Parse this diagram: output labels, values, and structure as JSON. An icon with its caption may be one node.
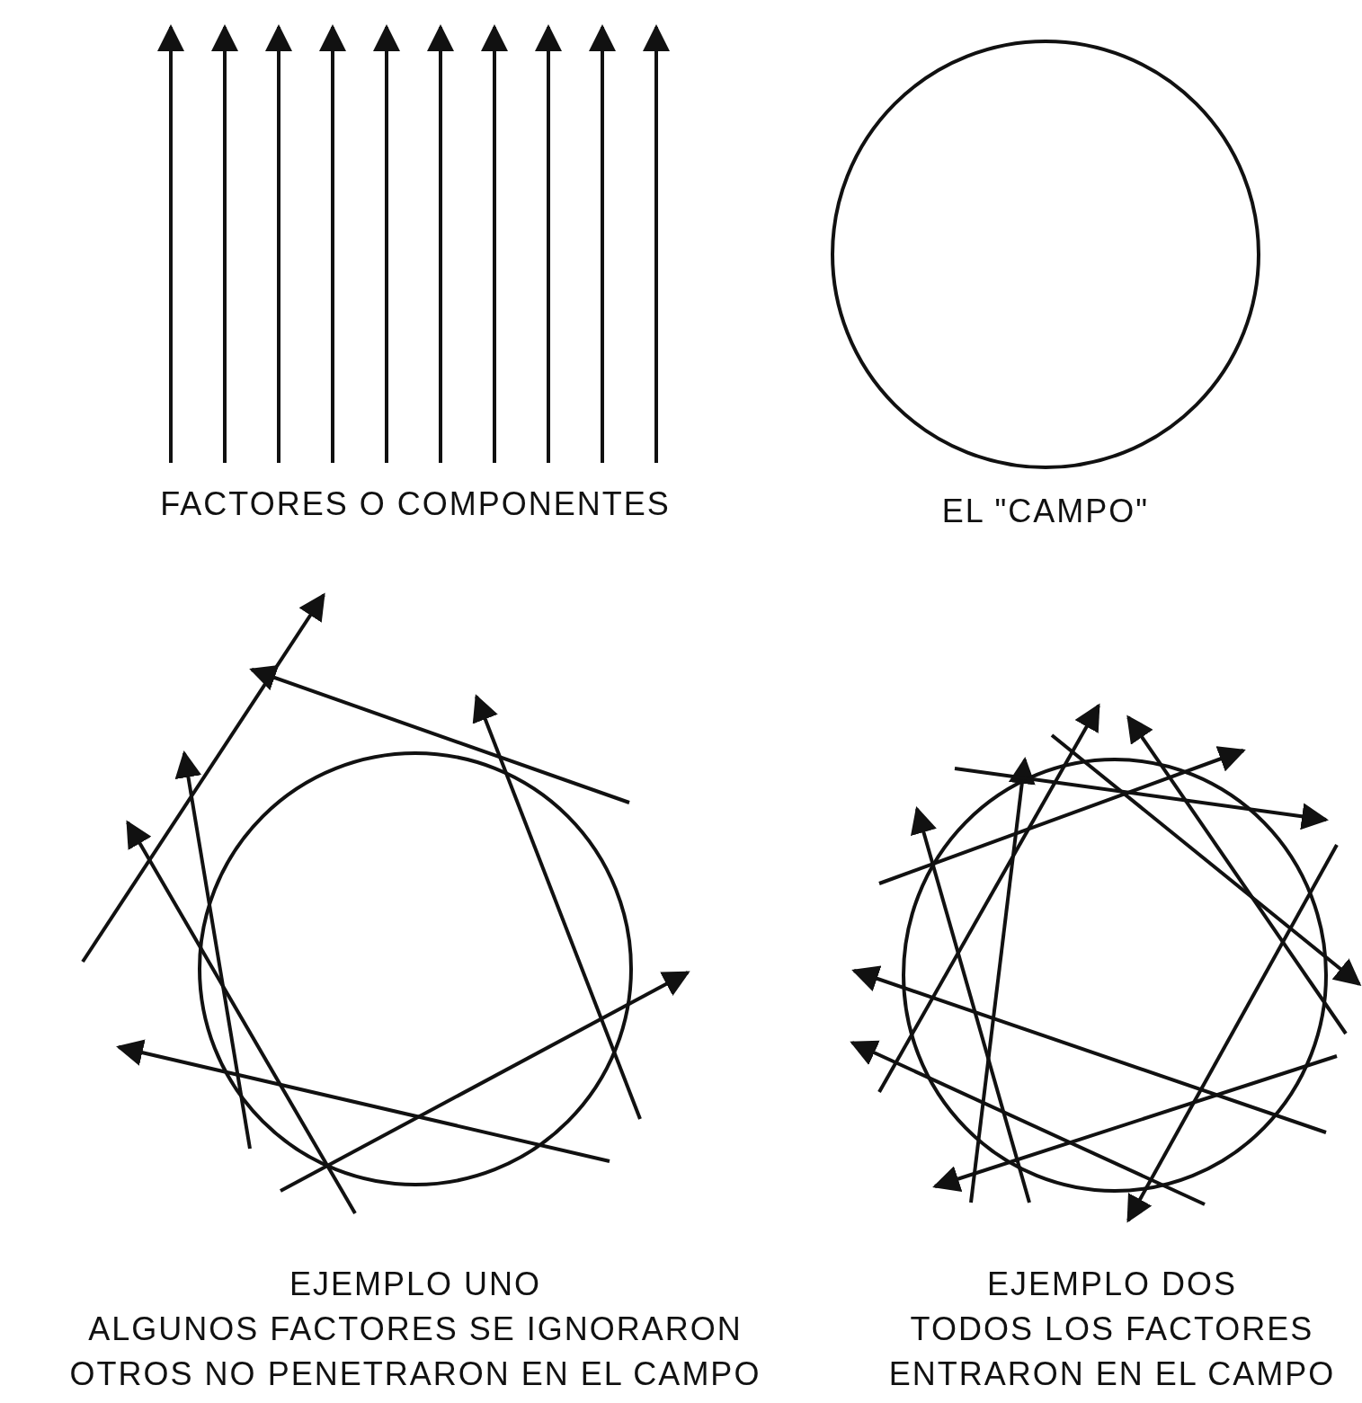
{
  "diagram": {
    "labels": [
      "FACTORES O COMPONENTES",
      "EL \"CAMPO\"",
      "EJEMPLO UNO",
      "ALGUNOS FACTORES SE IGNORARON",
      "OTROS NO PENETRARON EN EL CAMPO",
      "EJEMPLO DOS",
      "TODOS LOS FACTORES",
      "ENTRARON EN EL CAMPO"
    ]
  }
}
